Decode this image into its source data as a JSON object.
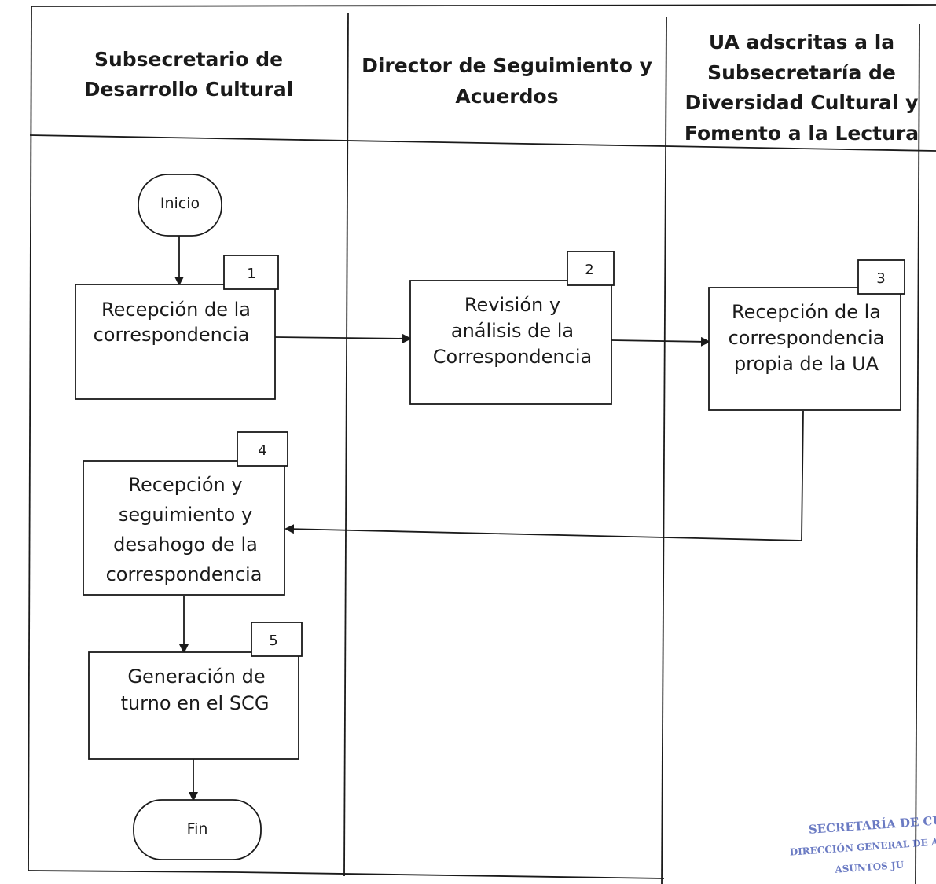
{
  "lanes": [
    {
      "header_lines": [
        "Subsecretario de",
        "Desarrollo Cultural"
      ]
    },
    {
      "header_lines": [
        "Director de Seguimiento y",
        "Acuerdos"
      ]
    },
    {
      "header_lines": [
        "UA adscritas a la",
        "Subsecretaría de",
        "Diversidad Cultural y",
        "Fomento a la Lectura"
      ]
    }
  ],
  "start": {
    "label": "Inicio"
  },
  "end": {
    "label": "Fin"
  },
  "steps": [
    {
      "number": "1",
      "lines": [
        "Recepción  de  la",
        "correspondencia"
      ]
    },
    {
      "number": "2",
      "lines": [
        "Revisión y",
        "análisis de la",
        "Correspondencia"
      ]
    },
    {
      "number": "3",
      "lines": [
        "Recepción de la",
        "correspondencia",
        "propia de la UA"
      ]
    },
    {
      "number": "4",
      "lines": [
        "Recepción y",
        "seguimiento y",
        "desahogo de la",
        "correspondencia"
      ]
    },
    {
      "number": "5",
      "lines": [
        "Generación de",
        "turno en el SCG"
      ]
    }
  ],
  "stamp": {
    "lines": [
      "SECRETARÍA DE CULTU",
      "DIRECCIÓN GENERAL DE ADMINIST",
      "ASUNTOS JU"
    ],
    "color": "#3a4fb0"
  }
}
